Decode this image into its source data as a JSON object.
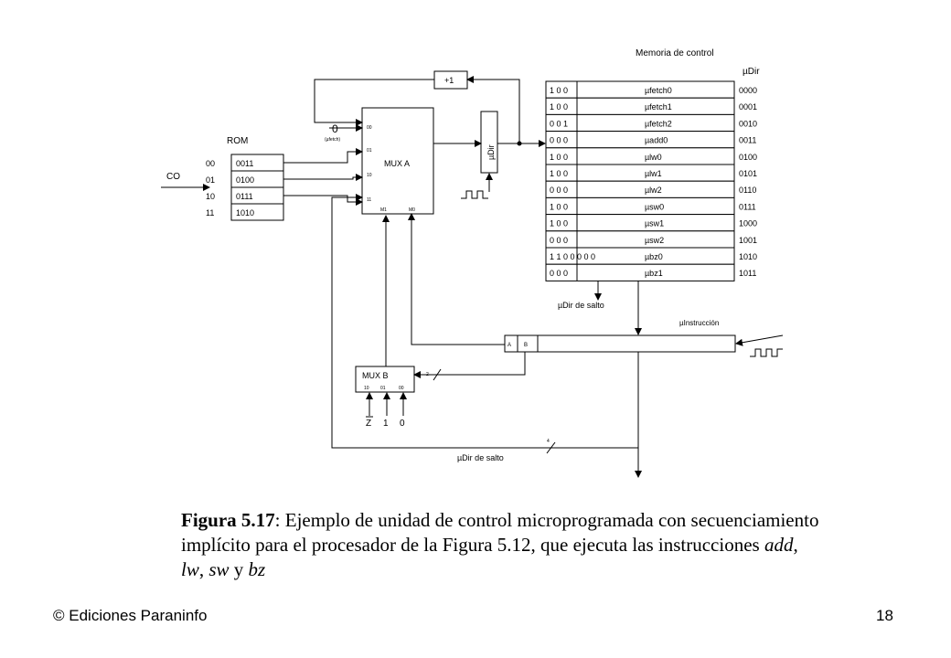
{
  "diagram": {
    "memory_title": "Memoria de control",
    "udir_header": "µDir",
    "rom_title": "ROM",
    "co_label": "CO",
    "plus_one": "+1",
    "udir_reg": "µDir",
    "mux_a": {
      "zero": "0",
      "zero_note": "(µfetch)",
      "label": "MUX A",
      "inputs": [
        "00",
        "01",
        "10",
        "11"
      ],
      "selects": [
        "M1",
        "M0"
      ]
    },
    "mux_b": {
      "label": "MUX B",
      "inputs": [
        "10",
        "01",
        "00"
      ],
      "signals": [
        "Z",
        "1",
        "0"
      ]
    },
    "rom_rows": [
      {
        "addr": "00",
        "val": "0011"
      },
      {
        "addr": "01",
        "val": "0100"
      },
      {
        "addr": "10",
        "val": "0111"
      },
      {
        "addr": "11",
        "val": "1010"
      }
    ],
    "memory_rows": [
      {
        "bits": "1 0 0",
        "name": "µfetch0",
        "addr": "0000"
      },
      {
        "bits": "1 0 0",
        "name": "µfetch1",
        "addr": "0001"
      },
      {
        "bits": "0 0 1",
        "name": "µfetch2",
        "addr": "0010"
      },
      {
        "bits": "0 0 0",
        "name": "µadd0",
        "addr": "0011"
      },
      {
        "bits": "1 0 0",
        "name": "µlw0",
        "addr": "0100"
      },
      {
        "bits": "1 0 0",
        "name": "µlw1",
        "addr": "0101"
      },
      {
        "bits": "0 0 0",
        "name": "µlw2",
        "addr": "0110"
      },
      {
        "bits": "1 0 0",
        "name": "µsw0",
        "addr": "0111"
      },
      {
        "bits": "1 0 0",
        "name": "µsw1",
        "addr": "1000"
      },
      {
        "bits": "0 0 0",
        "name": "µsw2",
        "addr": "1001"
      },
      {
        "bits": "1 1 0  0 0 0 0",
        "name": "µbz0",
        "addr": "1010"
      },
      {
        "bits": "0 0 0",
        "name": "µbz1",
        "addr": "1011"
      }
    ],
    "udir_salto_mem": "µDir de salto",
    "uinstruccion": "µInstrucción",
    "field_a": "A",
    "field_b": "B",
    "bus_width_2": "2",
    "bus_width_4": "4",
    "udir_salto_bottom": "µDir de salto"
  },
  "caption": {
    "figure": "Figura 5.17",
    "text": ": Ejemplo de unidad de control microprogramada con secuenciamiento implícito para el procesador de la Figura 5.12, que ejecuta las instrucciones ",
    "i1": "add",
    "sep1": ", ",
    "i2": "lw",
    "sep2": ", ",
    "i3": "sw",
    "sep3": " y ",
    "i4": "bz"
  },
  "footer": {
    "left": "© Ediciones Paraninfo",
    "right": "18"
  }
}
